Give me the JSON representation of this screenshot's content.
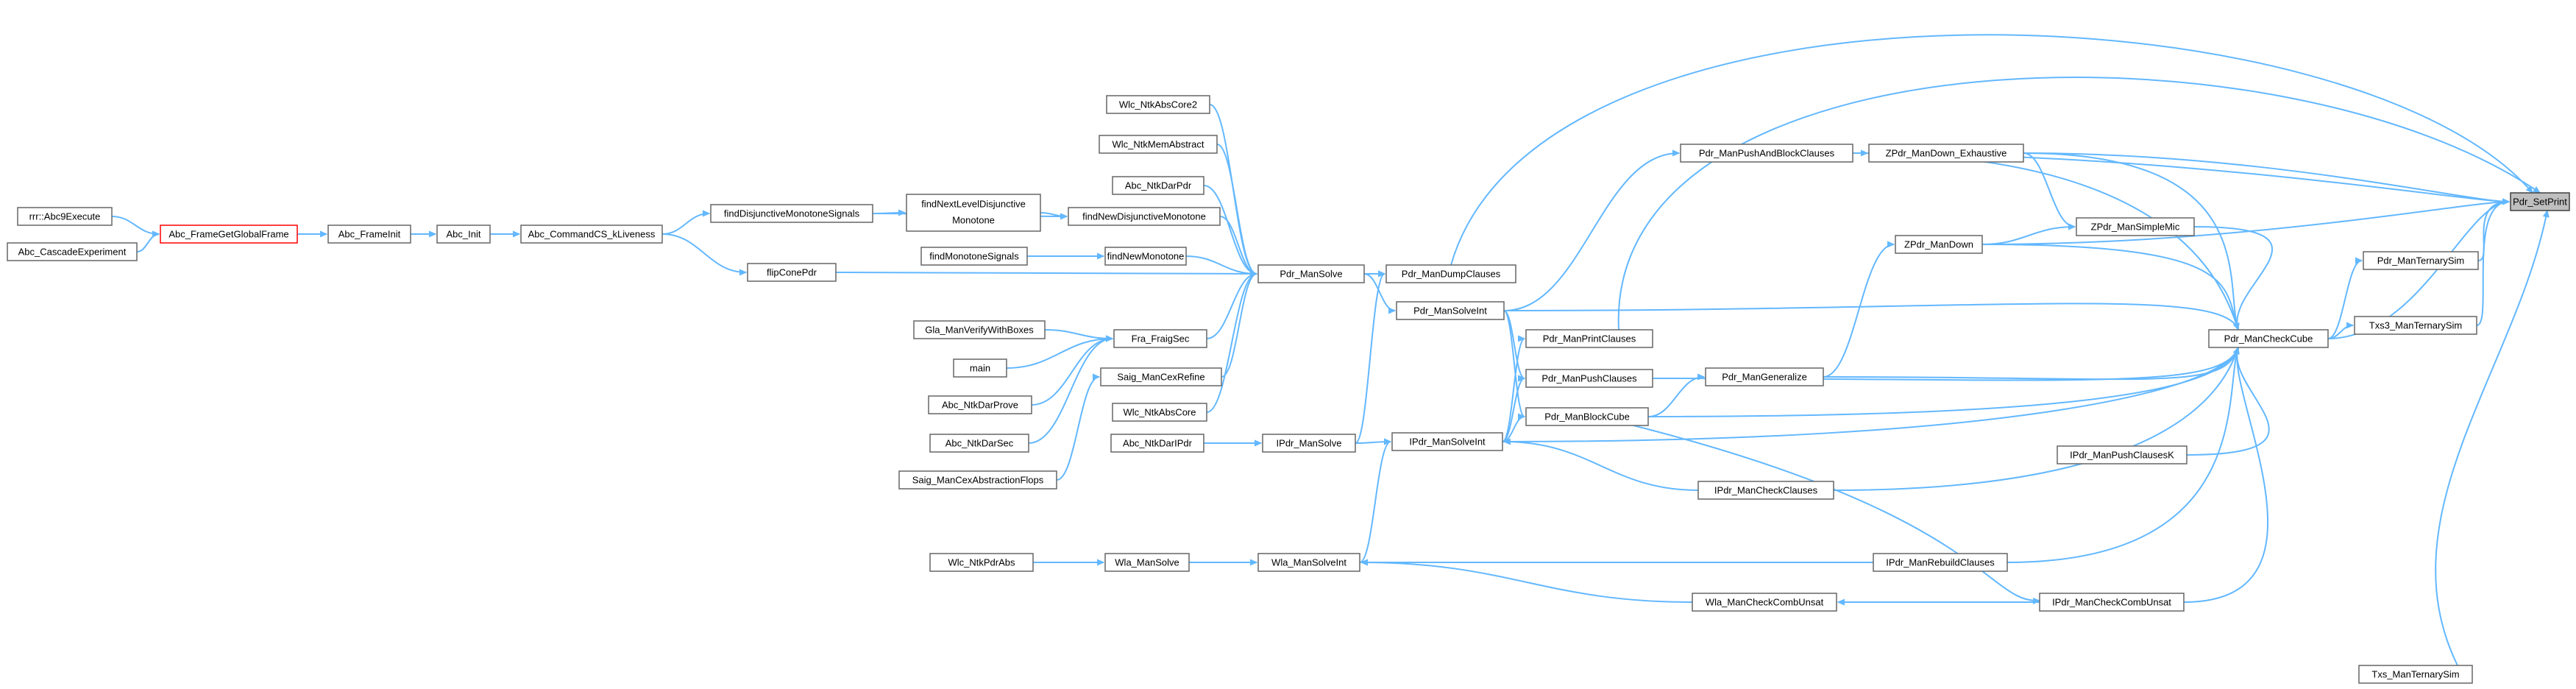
{
  "colors": {
    "edge": "#63B8FF",
    "node_border": "#666666",
    "root_fill": "#bfbfbf",
    "highlight_border": "#ff0000"
  },
  "nodes": {
    "rrr": "rrr::Abc9Execute",
    "cascade": "Abc_CascadeExperiment",
    "getframe": "Abc_FrameGetGlobalFrame",
    "frameinit": "Abc_FrameInit",
    "abcinit": "Abc_Init",
    "cmdcs": "Abc_CommandCS_kLiveness",
    "finddisj": "findDisjunctiveMonotoneSignals",
    "flipcone": "flipConePdr",
    "findnext1": "findNextLevelDisjunctive",
    "findnext2": "Monotone",
    "findmono": "findMonotoneSignals",
    "findnewdisj": "findNewDisjunctiveMonotone",
    "findnewmono": "findNewMonotone",
    "wlc_core2": "Wlc_NtkAbsCore2",
    "wlc_mem": "Wlc_NtkMemAbstract",
    "abc_darpdr": "Abc_NtkDarPdr",
    "gla": "Gla_ManVerifyWithBoxes",
    "main": "main",
    "dprove": "Abc_NtkDarProve",
    "darsec": "Abc_NtkDarSec",
    "saig_flops": "Saig_ManCexAbstractionFlops",
    "fraig": "Fra_FraigSec",
    "saig_ref": "Saig_ManCexRefine",
    "wlc_core": "Wlc_NtkAbsCore",
    "darlpdr": "Abc_NtkDarIPdr",
    "wlc_pdrabs": "Wlc_NtkPdrAbs",
    "wla_solve": "Wla_ManSolve",
    "wla_int": "Wla_ManSolveInt",
    "pdr_solve": "Pdr_ManSolve",
    "ipdr_solve": "IPdr_ManSolve",
    "dumpcl": "Pdr_ManDumpClauses",
    "solveint": "Pdr_ManSolveInt",
    "ipdr_solveint": "IPdr_ManSolveInt",
    "printcl": "Pdr_ManPrintClauses",
    "pushcl": "Pdr_ManPushClauses",
    "blockcube": "Pdr_ManBlockCube",
    "pushblock": "Pdr_ManPushAndBlockClauses",
    "generalize": "Pdr_ManGeneralize",
    "ipdr_checkcl": "IPdr_ManCheckClauses",
    "ipdr_rebuild": "IPdr_ManRebuildClauses",
    "wla_comb": "Wla_ManCheckCombUnsat",
    "ipdr_comb": "IPdr_ManCheckCombUnsat",
    "zdown_exh": "ZPdr_ManDown_Exhaustive",
    "zmic": "ZPdr_ManSimpleMic",
    "zdown": "ZPdr_ManDown",
    "checkcube": "Pdr_ManCheckCube",
    "ipdr_pushk": "IPdr_ManPushClausesK",
    "ternsim": "Pdr_ManTernarySim",
    "txs3": "Txs3_ManTernarySim",
    "txs": "Txs_ManTernarySim",
    "setprint": "Pdr_SetPrint"
  }
}
